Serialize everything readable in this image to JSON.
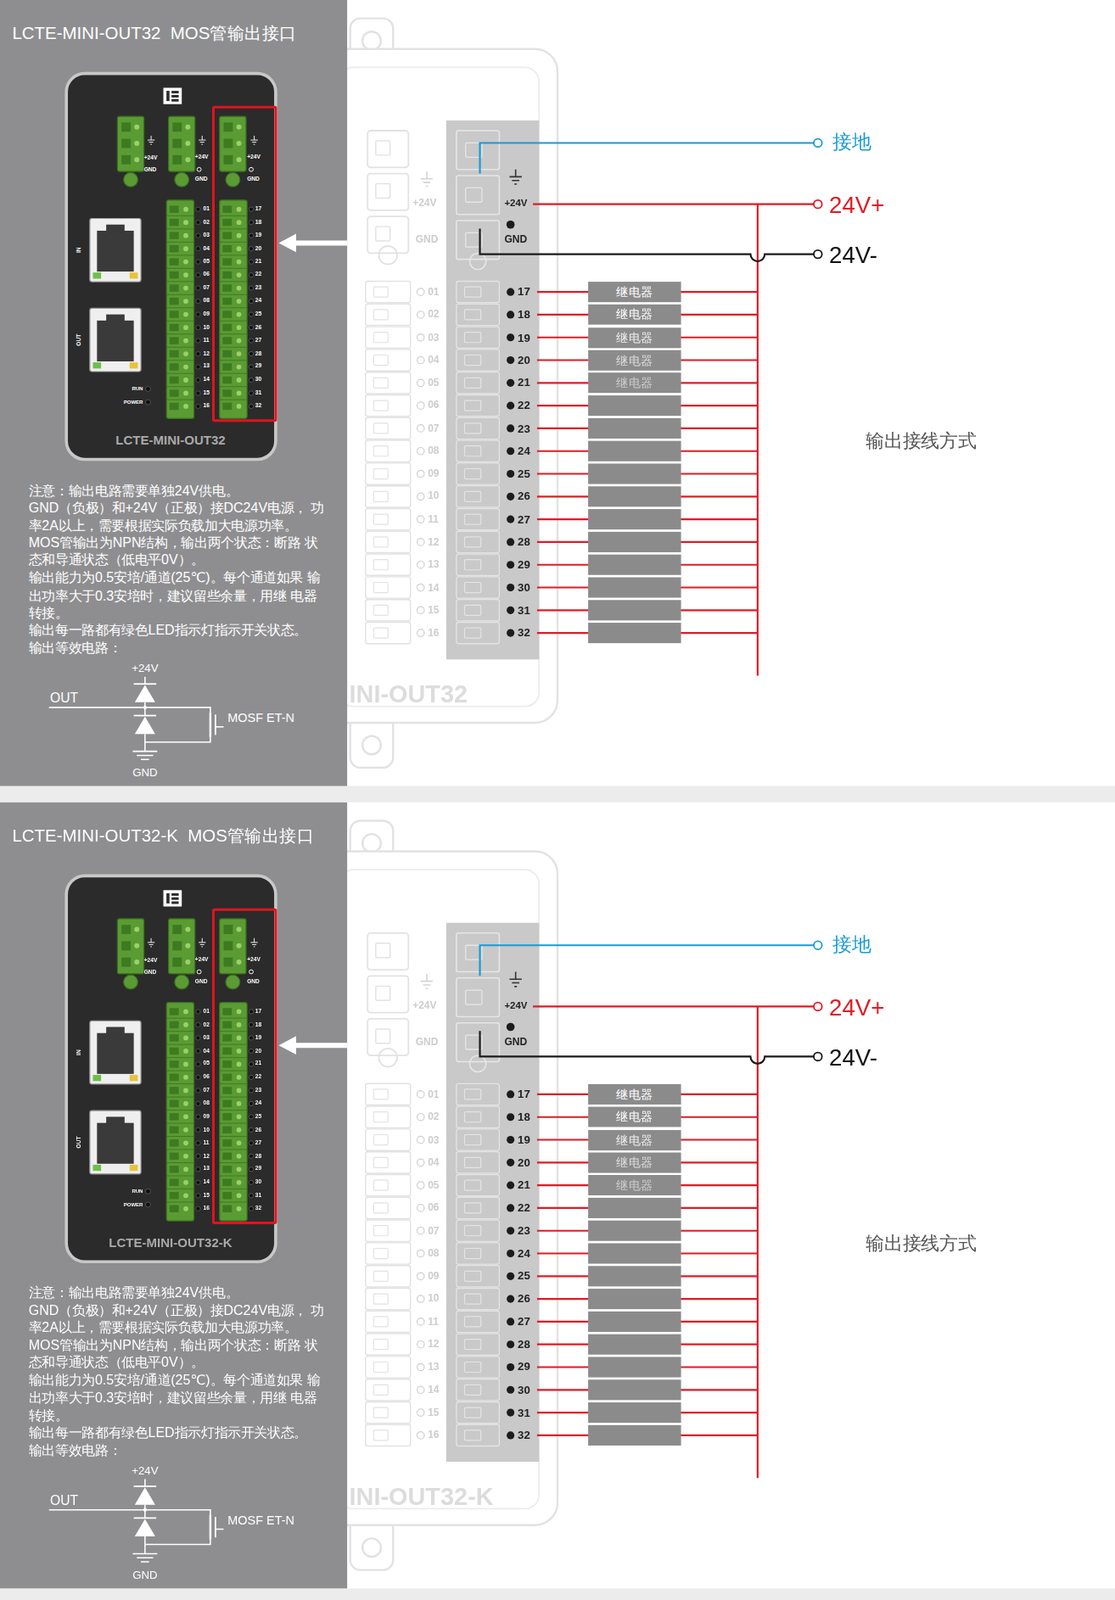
{
  "diagram": {
    "nodes": [
      {
        "text": [
          "继电器"
        ]
      },
      {
        "text": [
          "继电器"
        ]
      },
      {
        "text": [
          "继电器"
        ]
      },
      {
        "text": [
          "继电器"
        ]
      },
      {
        "text": [
          "继电器"
        ]
      },
      {
        "text": [
          "继电器"
        ]
      },
      {
        "text": [
          "继电器"
        ]
      },
      {
        "text": [
          "继电器"
        ]
      },
      {
        "text": [
          "继电器"
        ]
      },
      {
        "text": [
          "继电器"
        ]
      }
    ],
    "labels": [
      "LCTE-MINI-OUT32  MOS管输出接口",
      "+24V",
      "GND",
      "+24V",
      "GND",
      "+24V",
      "GND",
      "IN",
      "OUT",
      "01",
      "02",
      "03",
      "04",
      "05",
      "06",
      "07",
      "08",
      "09",
      "10",
      "11",
      "12",
      "13",
      "14",
      "15",
      "16",
      "17",
      "18",
      "19",
      "20",
      "21",
      "22",
      "23",
      "24",
      "25",
      "26",
      "27",
      "28",
      "29",
      "30",
      "31",
      "32",
      "RUN",
      "POWER",
      "LCTE-MINI-OUT32",
      "注意：输出电路需要单独24V供电。",
      "GND（负极）和+24V（正极）接DC24V电源， 功率2A以上，需要根据实际负载加大电源功率。",
      "MOS管输出为NPN结构，输出两个状态：断路 状态和导通状态（低电平0V）。",
      "输出能力为0.5安培/通道(25℃)。每个通道如果 输出功率大于0.3安培时，建议留些余量，用继 电器转接。",
      "输出每一路都有绿色LED指示灯指示开关状态。",
      "输出等效电路：",
      "+24V",
      "OUT",
      "MOSF ET-N",
      "GND",
      "+24V",
      "GND",
      "01",
      "02",
      "03",
      "04",
      "05",
      "06",
      "07",
      "08",
      "09",
      "10",
      "11",
      "12",
      "13",
      "14",
      "15",
      "16",
      "+24V",
      "GND",
      "17",
      "18",
      "19",
      "20",
      "21",
      "22",
      "23",
      "24",
      "25",
      "26",
      "27",
      "28",
      "29",
      "30",
      "31",
      "32",
      "INI-OUT32",
      "接地",
      "24V+",
      "24V-",
      "输出接线方式",
      "LCTE-MINI-OUT32-K  MOS管输出接口",
      "+24V",
      "GND",
      "+24V",
      "GND",
      "+24V",
      "GND",
      "IN",
      "OUT",
      "01",
      "02",
      "03",
      "04",
      "05",
      "06",
      "07",
      "08",
      "09",
      "10",
      "11",
      "12",
      "13",
      "14",
      "15",
      "16",
      "17",
      "18",
      "19",
      "20",
      "21",
      "22",
      "23",
      "24",
      "25",
      "26",
      "27",
      "28",
      "29",
      "30",
      "31",
      "32",
      "RUN",
      "POWER",
      "LCTE-MINI-OUT32-K",
      "注意：输出电路需要单独24V供电。",
      "GND（负极）和+24V（正极）接DC24V电源， 功率2A以上，需要根据实际负载加大电源功率。",
      "MOS管输出为NPN结构，输出两个状态：断路 状态和导通状态（低电平0V）。",
      "输出能力为0.5安培/通道(25℃)。每个通道如果 输出功率大于0.3安培时，建议留些余量，用继 电器转接。",
      "输出每一路都有绿色LED指示灯指示开关状态。",
      "输出等效电路：",
      "+24V",
      "OUT",
      "MOSF ET-N",
      "GND",
      "+24V",
      "GND",
      "01",
      "02",
      "03",
      "04",
      "05",
      "06",
      "07",
      "08",
      "09",
      "10",
      "11",
      "12",
      "13",
      "14",
      "15",
      "16",
      "+24V",
      "GND",
      "17",
      "18",
      "19",
      "20",
      "21",
      "22",
      "23",
      "24",
      "25",
      "26",
      "27",
      "28",
      "29",
      "30",
      "31",
      "32",
      "INI-OUT32-K",
      "接地",
      "24V+",
      "24V-",
      "输出接线方式"
    ]
  }
}
